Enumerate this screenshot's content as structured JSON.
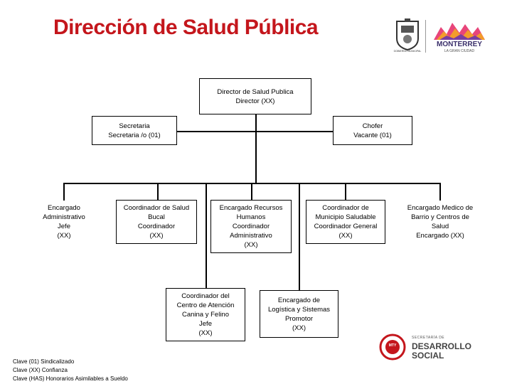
{
  "title": "Dirección de Salud Pública",
  "logos": {
    "monterrey_name": "MONTERREY",
    "monterrey_tagline": "LA GRAN CIUDAD",
    "seal_caption": "GOBIERNO MUNICIPAL",
    "desarrollo_small": "SECRETARÍA DE",
    "desarrollo_line1": "DESARROLLO",
    "desarrollo_line2": "SOCIAL",
    "desarrollo_badge": "MTY"
  },
  "nodes": {
    "director": [
      "Director de Salud Publica",
      "Director (XX)"
    ],
    "secretaria": [
      "Secretaria",
      "Secretaria /o (01)"
    ],
    "chofer": [
      "Chofer",
      "Vacante (01)"
    ],
    "administrativo": [
      "Encargado",
      "Administrativo",
      "Jefe",
      "(XX)"
    ],
    "bucal": [
      "Coordinador de Salud",
      "Bucal",
      "Coordinador",
      "(XX)"
    ],
    "recursos": [
      "Encargado Recursos",
      "Humanos",
      "Coordinador",
      "Administrativo",
      "(XX)"
    ],
    "municipio": [
      "Coordinador de",
      "Municipio Saludable",
      "Coordinador General",
      "(XX)"
    ],
    "medico": [
      "Encargado Medico de",
      "Barrio y Centros de",
      "Salud",
      "Encargado (XX)"
    ],
    "canina": [
      "Coordinador del",
      "Centro de Atención",
      "Canina y Felino",
      "Jefe",
      "(XX)"
    ],
    "logistica": [
      "Encargado de",
      "Logística y Sistemas",
      "Promotor",
      "(XX)"
    ]
  },
  "legend": [
    "Clave (01) Sindicalizado",
    "Clave (XX) Confianza",
    "Clave (HAS) Honorarios Asimilables a Sueldo"
  ]
}
